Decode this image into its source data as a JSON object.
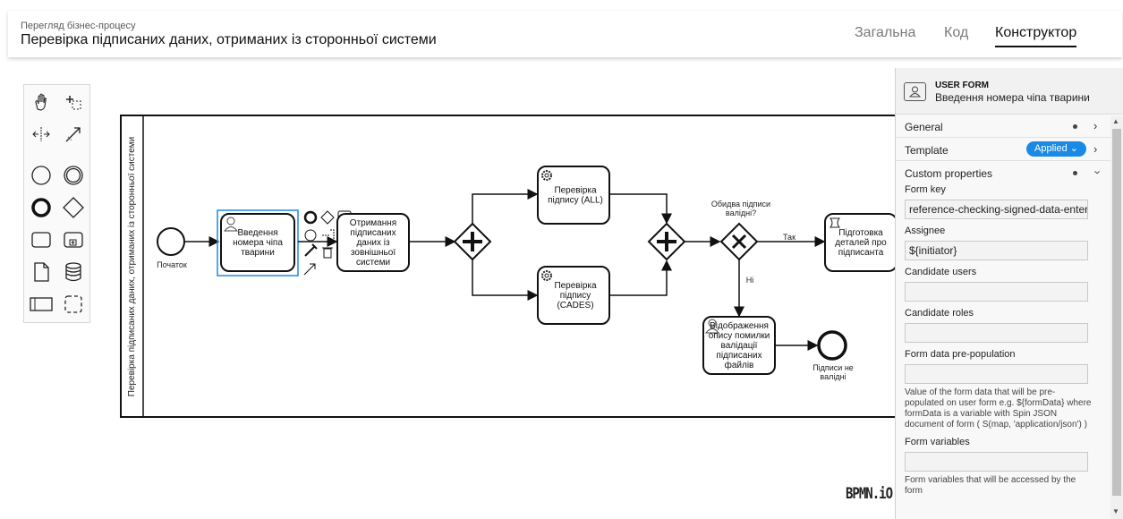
{
  "header": {
    "subtitle": "Перегляд бізнес-процесу",
    "title": "Перевірка підписаних даних, отриманих із сторонньої системи",
    "tabs": [
      {
        "label": "Загальна",
        "active": false
      },
      {
        "label": "Код",
        "active": false
      },
      {
        "label": "Конструктор",
        "active": true
      }
    ]
  },
  "palette": {
    "tools": [
      "hand-tool",
      "lasso-tool",
      "space-tool",
      "connect-tool",
      "start-event",
      "intermediate-event",
      "end-event",
      "gateway",
      "task",
      "subprocess",
      "data-object",
      "data-store",
      "participant",
      "group"
    ]
  },
  "diagram": {
    "pool_label": "Перевірка підписаних даних, отриманих із сторонньої системи",
    "start_label": "Початок",
    "task_enter_chip": [
      "Введення",
      "номера чіпа",
      "тварини"
    ],
    "task_receive": [
      "Отримання",
      "підписаних",
      "даних із",
      "зовнішньої",
      "системи"
    ],
    "task_check_all": [
      "Перевірка",
      "підпису (ALL)"
    ],
    "task_check_cades": [
      "Перевірка",
      "підпису",
      "(CADES)"
    ],
    "gateway_question": [
      "Обидва підписи",
      "валідні?"
    ],
    "flow_yes": "Так",
    "flow_no": "Ні",
    "task_prepare": [
      "Підготовка",
      "деталей про",
      "підписанта"
    ],
    "task_error": [
      "Відображення",
      "опису помилки",
      "валідації",
      "підписаних",
      "файлів"
    ],
    "end_label": [
      "Підписи не",
      "валідні"
    ]
  },
  "branding": "BPMN.iO",
  "properties": {
    "element_type": "USER FORM",
    "element_name": "Введення номера чіпа тварини",
    "groups": {
      "general": "General",
      "template": "Template",
      "template_badge": "Applied",
      "custom": "Custom properties"
    },
    "fields": {
      "form_key_label": "Form key",
      "form_key_value": "reference-checking-signed-data-enter-a",
      "assignee_label": "Assignee",
      "assignee_value": "${initiator}",
      "candidate_users_label": "Candidate users",
      "candidate_users_value": "",
      "candidate_roles_label": "Candidate roles",
      "candidate_roles_value": "",
      "prepop_label": "Form data pre-population",
      "prepop_value": "",
      "prepop_hint": "Value of the form data that will be pre-populated on user form e.g. ${formData} where formData is a variable with Spin JSON document of form ( S(map, 'application/json') )",
      "form_vars_label": "Form variables",
      "form_vars_value": "",
      "form_vars_hint": "Form variables that will be accessed by the form"
    }
  },
  "colors": {
    "selection": "#1e88e5",
    "badge": "#1a8ae5"
  }
}
